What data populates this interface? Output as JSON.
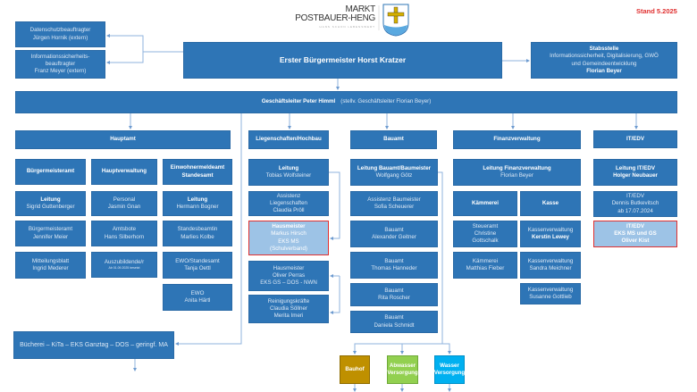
{
  "header": {
    "logo_line1": "MARKT",
    "logo_line2": "POSTBAUER-HENG",
    "logo_tagline": "HANS SCHON LEBENSWERT",
    "stand": "Stand 5.2025"
  },
  "boxes": {
    "ds": [
      "Datenschutzbeauftragter",
      "Jürgen Hornik (extern)"
    ],
    "isb": [
      "Informationssicherheits-",
      "beauftragter",
      "Franz Meyer (extern)"
    ],
    "bm": [
      "Erster Bürgermeister Horst Kratzer"
    ],
    "stab": [
      "Stabsstelle",
      "Informationssicherheit, Digitalisierung, GWÖ",
      "und Gemeindeentwicklung",
      "Florian Beyer"
    ],
    "gl": [
      "Geschäftsleiter Peter Himml",
      "(stellv. Geschäftsleiter Florian Beyer)"
    ],
    "hauptamt": [
      "Hauptamt"
    ],
    "h_bma": [
      "Bürgermeisteramt"
    ],
    "h_hv": [
      "Hauptverwaltung"
    ],
    "h_ewo": [
      "Einwohnermeldeamt",
      "Standesamt"
    ],
    "h1": [
      "Leitung",
      "Sigrid Guttenberger"
    ],
    "h2": [
      "Personal",
      "Jasmin Gnan"
    ],
    "h3": [
      "Leitung",
      "Hermann Bogner"
    ],
    "h4": [
      "Bürgermeisteramt",
      "Jennifer Meier"
    ],
    "h5": [
      "Amtsbote",
      "Hans Silberhorn"
    ],
    "h6": [
      "Standesbeamtin",
      "Marlies Kolbe"
    ],
    "h7": [
      "Mitteilungsblatt",
      "Ingrid Mederer"
    ],
    "h8": [
      "Auszubildende/r",
      "Ab 01.09.2025 besetzt"
    ],
    "h9": [
      "EWO/Standesamt",
      "Tanja Oettl"
    ],
    "h10": [
      "EWO",
      "Anita Härtl"
    ],
    "lieg": [
      "Liegenschaften/Hochbau"
    ],
    "l1": [
      "Leitung",
      "Tobias Wolfsteiner"
    ],
    "l2": [
      "Assistenz",
      "Liegenschaften",
      "Claudia Pröll"
    ],
    "l3": [
      "Hausmeister",
      "Markus Hirsch",
      "EKS MS",
      "(Schulverband)"
    ],
    "l4": [
      "Hausmeister",
      "Oliver Perras",
      "EKS GS – DOS - NWN"
    ],
    "l5": [
      "Reinigungskräfte",
      "Claudia Söllner",
      "Merita Imeri"
    ],
    "bauamt": [
      "Bauamt"
    ],
    "b1": [
      "Leitung Bauamt/Baumeister",
      "Wolfgang Götz"
    ],
    "b2": [
      "Assistenz Baumeister",
      "Sofia Scheuerer"
    ],
    "b3": [
      "Bauamt",
      "Alexander Geitner"
    ],
    "b4": [
      "Bauamt",
      "Thomas Hanneder"
    ],
    "b5": [
      "Bauamt",
      "Rita Roscher"
    ],
    "b6": [
      "Bauamt",
      "Daniela Schmidt"
    ],
    "bauhof": [
      "Bauhof"
    ],
    "abw": [
      "Abwasser",
      "Versorgung"
    ],
    "wasser": [
      "Wasser",
      "Versorgung"
    ],
    "fin": [
      "Finanzverwaltung"
    ],
    "f1": [
      "Leitung Finanzverwaltung",
      "Florian Beyer"
    ],
    "f_k": [
      "Kämmerei"
    ],
    "f_ka": [
      "Kasse"
    ],
    "f2": [
      "Steueramt",
      "Christine",
      "Gottschalk"
    ],
    "f3": [
      "Kassenverwaltung",
      "Kerstin Lewey"
    ],
    "f4": [
      "Kämmerei",
      "Matthias Fieber"
    ],
    "f5": [
      "Kassenverwaltung",
      "Sandra Meichner"
    ],
    "f6": [
      "Kassenverwaltung",
      "Susanne Gottlieb"
    ],
    "it": [
      "IT/EDV"
    ],
    "i1": [
      "Leitung IT/EDV",
      "Holger Neubauer"
    ],
    "i2": [
      "IT/EDV",
      "Dennis Butkevitsch",
      "ab 17.07.2024"
    ],
    "i3": [
      "IT/EDV",
      "EKS MS und GS",
      "Oliver Kist"
    ],
    "buech": [
      "Bücherei – KiTa – EKS Ganztag – DOS – geringf. MA"
    ]
  },
  "colors": {
    "box": "#2e75b6",
    "highlight": "#9dc3e6",
    "highlight_border": "#e03030",
    "bauhof": "#bf9000",
    "abwasser": "#92d050",
    "wasser": "#00b0f0",
    "connector": "#7fa7d4"
  }
}
